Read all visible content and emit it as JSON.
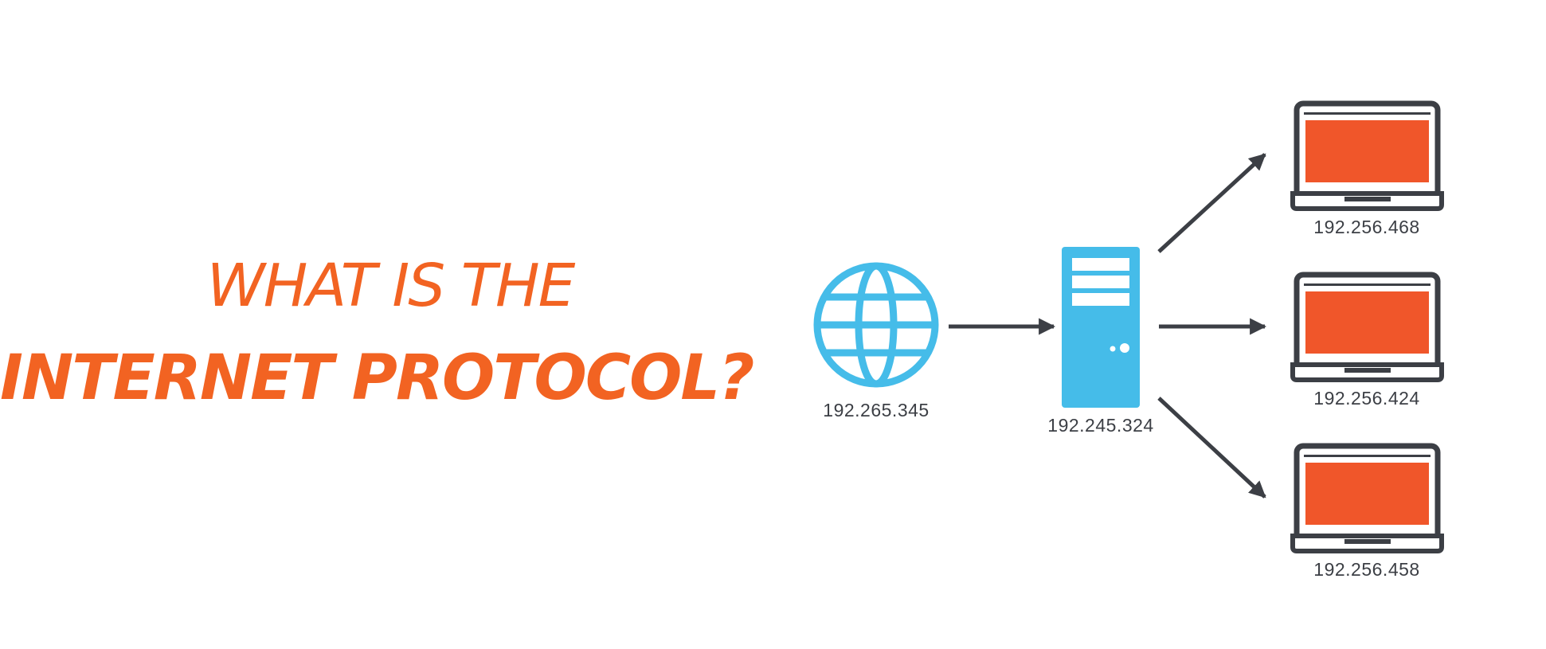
{
  "headline": {
    "line1": "WHAT IS THE",
    "line2": "INTERNET PROTOCOL?"
  },
  "colors": {
    "accent": "#f26322",
    "network_blue": "#45bce9",
    "outline": "#3c3f45",
    "screen": "#f0562a"
  },
  "nodes": {
    "internet": {
      "icon": "globe-icon",
      "ip": "192.265.345"
    },
    "server": {
      "icon": "server-icon",
      "ip": "192.245.324"
    },
    "clients": [
      {
        "icon": "laptop-icon",
        "ip": "192.256.468"
      },
      {
        "icon": "laptop-icon",
        "ip": "192.256.424"
      },
      {
        "icon": "laptop-icon",
        "ip": "192.256.458"
      }
    ]
  }
}
